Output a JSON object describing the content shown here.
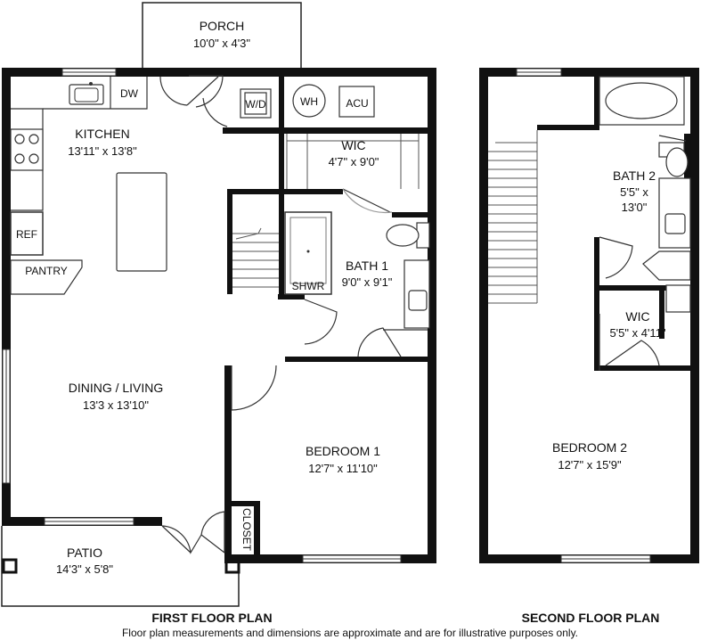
{
  "first_floor": {
    "porch": {
      "name": "PORCH",
      "dims": "10'0\" x 4'3\""
    },
    "kitchen": {
      "name": "KITCHEN",
      "dims": "13'11\" x 13'8\""
    },
    "dw": "DW",
    "wd": "W/D",
    "wh": "WH",
    "acu": "ACU",
    "ref": "REF",
    "pantry": "PANTRY",
    "wic": {
      "name": "WIC",
      "dims": "4'7\" x 9'0\""
    },
    "bath1": {
      "name": "BATH 1",
      "dims": "9'0\" x 9'1\""
    },
    "shower": "SHWR",
    "dining_living": {
      "name": "DINING / LIVING",
      "dims": "13'3 x 13'10\""
    },
    "bedroom1": {
      "name": "BEDROOM 1",
      "dims": "12'7\" x 11'10\""
    },
    "closet": "CLOSET",
    "patio": {
      "name": "PATIO",
      "dims": "14'3\" x 5'8\""
    },
    "caption": "FIRST FLOOR PLAN"
  },
  "second_floor": {
    "bath2": {
      "name": "BATH 2",
      "dims_line1": "5'5\" x",
      "dims_line2": "13'0\""
    },
    "wic": {
      "name": "WIC",
      "dims": "5'5\" x 4'11\""
    },
    "bedroom2": {
      "name": "BEDROOM 2",
      "dims": "12'7\" x 15'9\""
    },
    "caption": "SECOND FLOOR PLAN"
  },
  "disclaimer": "Floor plan measurements and dimensions are approximate and are for illustrative purposes only."
}
